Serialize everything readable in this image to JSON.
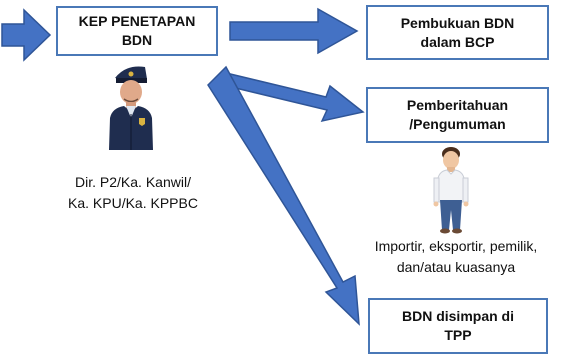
{
  "boxes": {
    "kep_penetapan": {
      "line1": "KEP PENETAPAN",
      "line2": "BDN"
    },
    "pembukuan": {
      "line1": "Pembukuan BDN",
      "line2": "dalam BCP"
    },
    "pemberitahuan": {
      "line1": "Pemberitahuan",
      "line2": "/Pengumuman"
    },
    "disimpan": {
      "line1": "BDN disimpan di",
      "line2": "TPP"
    }
  },
  "captions": {
    "officials": {
      "line1": "Dir. P2/Ka. Kanwil/",
      "line2": "Ka. KPU/Ka. KPPBC"
    },
    "parties": {
      "line1": "Importir, eksportir, pemilik,",
      "line2": "dan/atau kuasanya"
    }
  },
  "icons": {
    "officer": "police-officer-icon",
    "civilian": "person-icon"
  },
  "colors": {
    "arrow_fill": "#4472c4",
    "arrow_stroke": "#2f5597",
    "box_border": "#4a78b7"
  }
}
